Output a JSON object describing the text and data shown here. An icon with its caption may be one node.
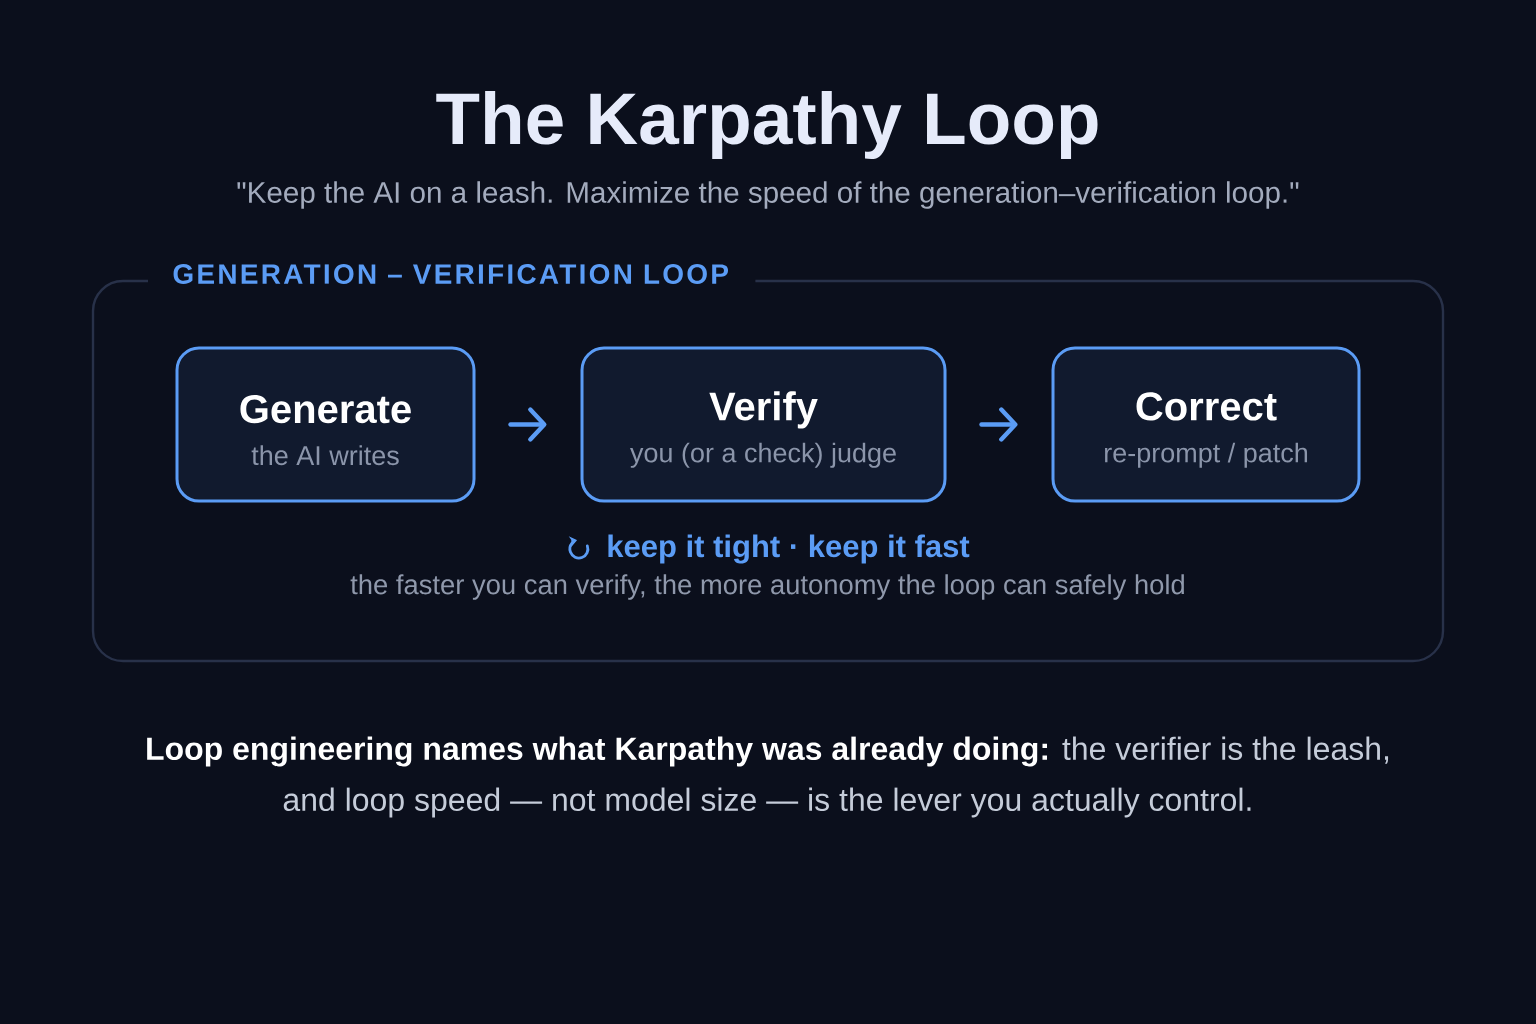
{
  "diagram": {
    "title": "The Karpathy Loop",
    "nodes": [
      {
        "text": [
          "GENERATION – VERIFICATION LOOP"
        ]
      },
      {
        "text": [
          "Generate",
          "the AI writes"
        ],
        "in": 0
      },
      {
        "text": [
          "Verify",
          "you (or a check) judge"
        ],
        "in": 0
      },
      {
        "text": [
          "Correct",
          "re-prompt / patch"
        ],
        "in": 0
      }
    ],
    "edges": [
      {
        "from": 1,
        "to": 2,
        "arrow": "to"
      },
      {
        "from": 2,
        "to": 3,
        "arrow": "to"
      }
    ],
    "labels": [
      "\"Keep the AI on a leash. Maximize the speed of the generation–verification loop.\"",
      "keep it tight · keep it fast",
      "the faster you can verify, the more autonomy the loop can safely hold"
    ],
    "caption": "**Loop engineering names what Karpathy was already doing:** the verifier is the leash, and loop speed — not model size — is the lever you actually control."
  }
}
